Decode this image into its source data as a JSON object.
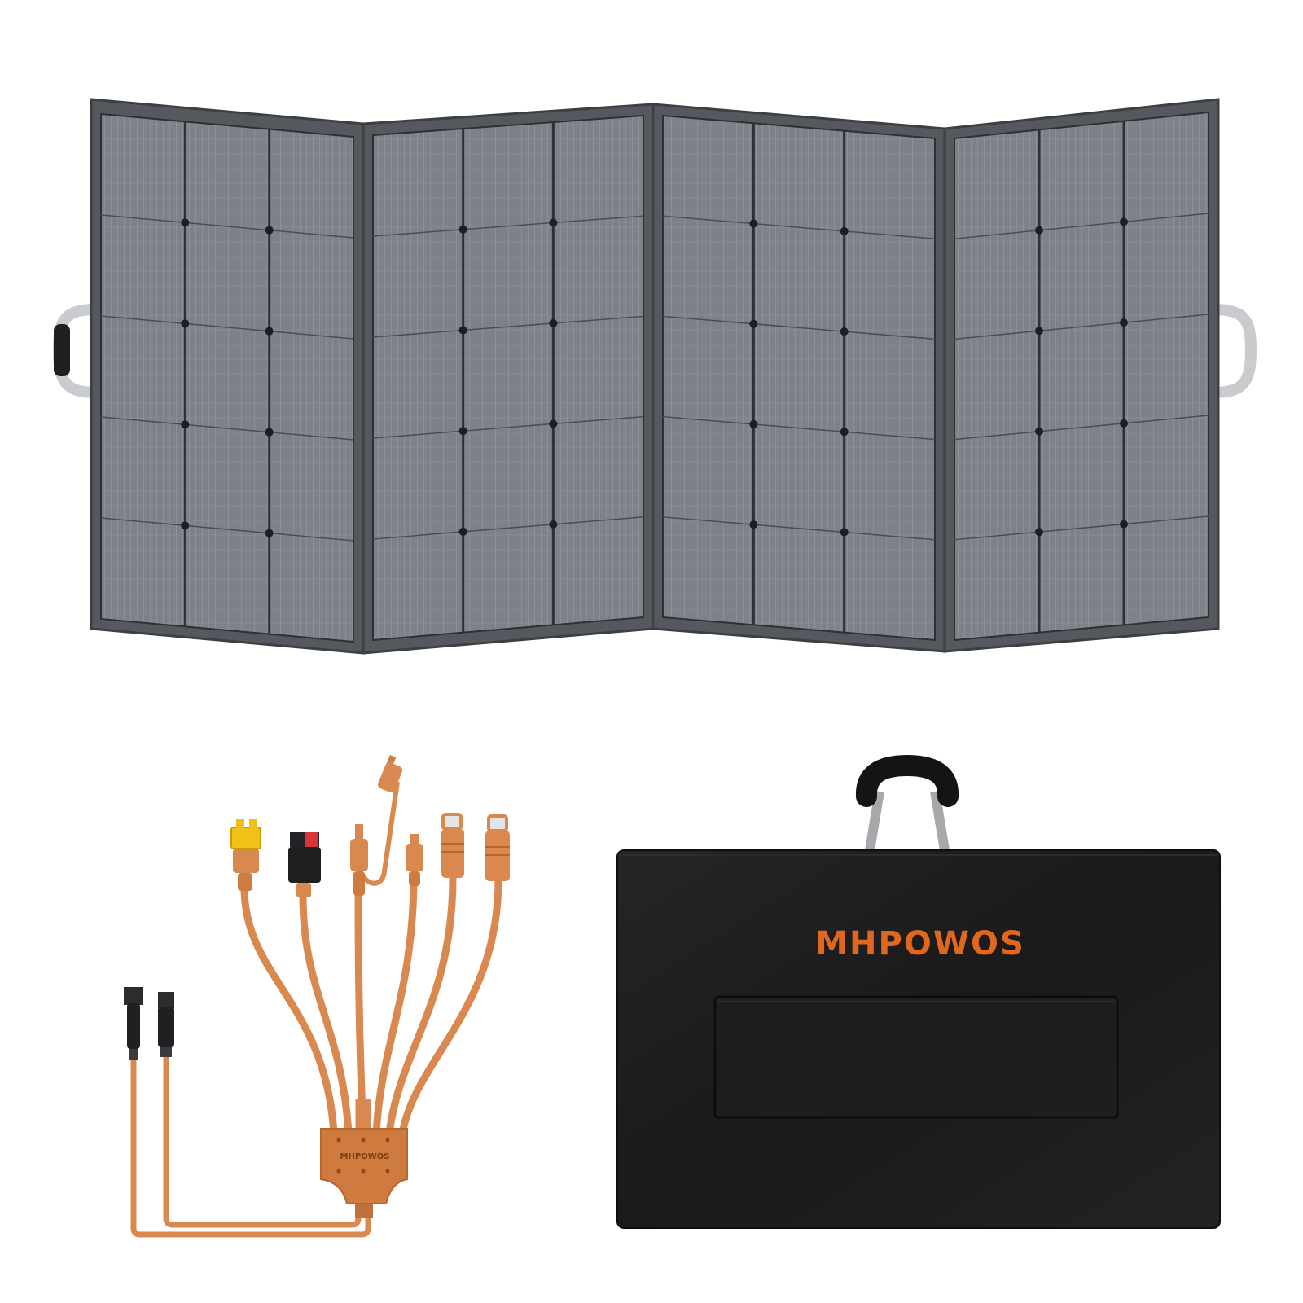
{
  "product": {
    "brand_name": "MHPOWOS",
    "hub_label": "MHPOWOS"
  },
  "colors": {
    "background": "#ffffff",
    "panel_frame": "#55585d",
    "panel_frame_edge": "#3c3f44",
    "solar_cell": "#7b7f88",
    "cell_lines": "#a4a8b0",
    "cell_dot": "#1c1e22",
    "cable_orange": "#d9884f",
    "cable_orange_dark": "#b9652b",
    "connector_yellow": "#f2c118",
    "connector_red": "#d8343a",
    "bag_black": "#1b1b1c",
    "bag_strap": "#a6a8ab",
    "brand_orange": "#e1661e"
  },
  "items": [
    {
      "name": "foldable-solar-panel",
      "panels": 4
    },
    {
      "name": "multi-connector-cable",
      "connectors": 6
    },
    {
      "name": "carrying-bag"
    }
  ]
}
